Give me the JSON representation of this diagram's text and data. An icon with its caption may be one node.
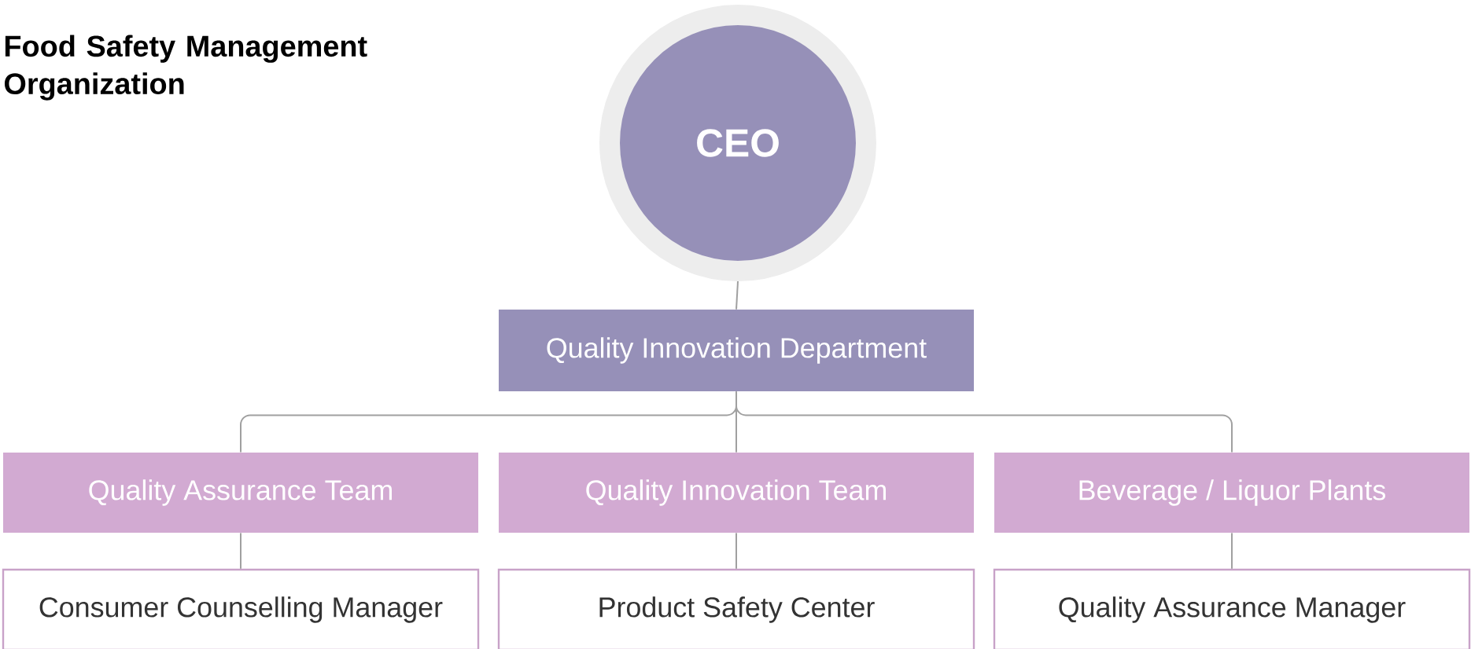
{
  "diagram": {
    "title": "Food Safety Management Organization",
    "nodes": [
      {
        "text": [
          "CEO"
        ]
      },
      {
        "text": [
          "Quality Innovation Department"
        ]
      },
      {
        "text": [
          "Quality Assurance Team"
        ]
      },
      {
        "text": [
          "Quality Innovation Team"
        ]
      },
      {
        "text": [
          "Beverage / Liquor Plants"
        ]
      },
      {
        "text": [
          "Consumer Counselling Manager"
        ]
      },
      {
        "text": [
          "Product Safety Center"
        ]
      },
      {
        "text": [
          "Quality Assurance Manager"
        ]
      }
    ],
    "edges": [
      {
        "from": 0,
        "to": 1,
        "arrow": "none"
      },
      {
        "from": 1,
        "to": 2,
        "arrow": "none"
      },
      {
        "from": 1,
        "to": 3,
        "arrow": "none"
      },
      {
        "from": 1,
        "to": 4,
        "arrow": "none"
      },
      {
        "from": 2,
        "to": 5,
        "arrow": "none"
      },
      {
        "from": 3,
        "to": 6,
        "arrow": "none"
      },
      {
        "from": 4,
        "to": 7,
        "arrow": "none"
      }
    ]
  }
}
